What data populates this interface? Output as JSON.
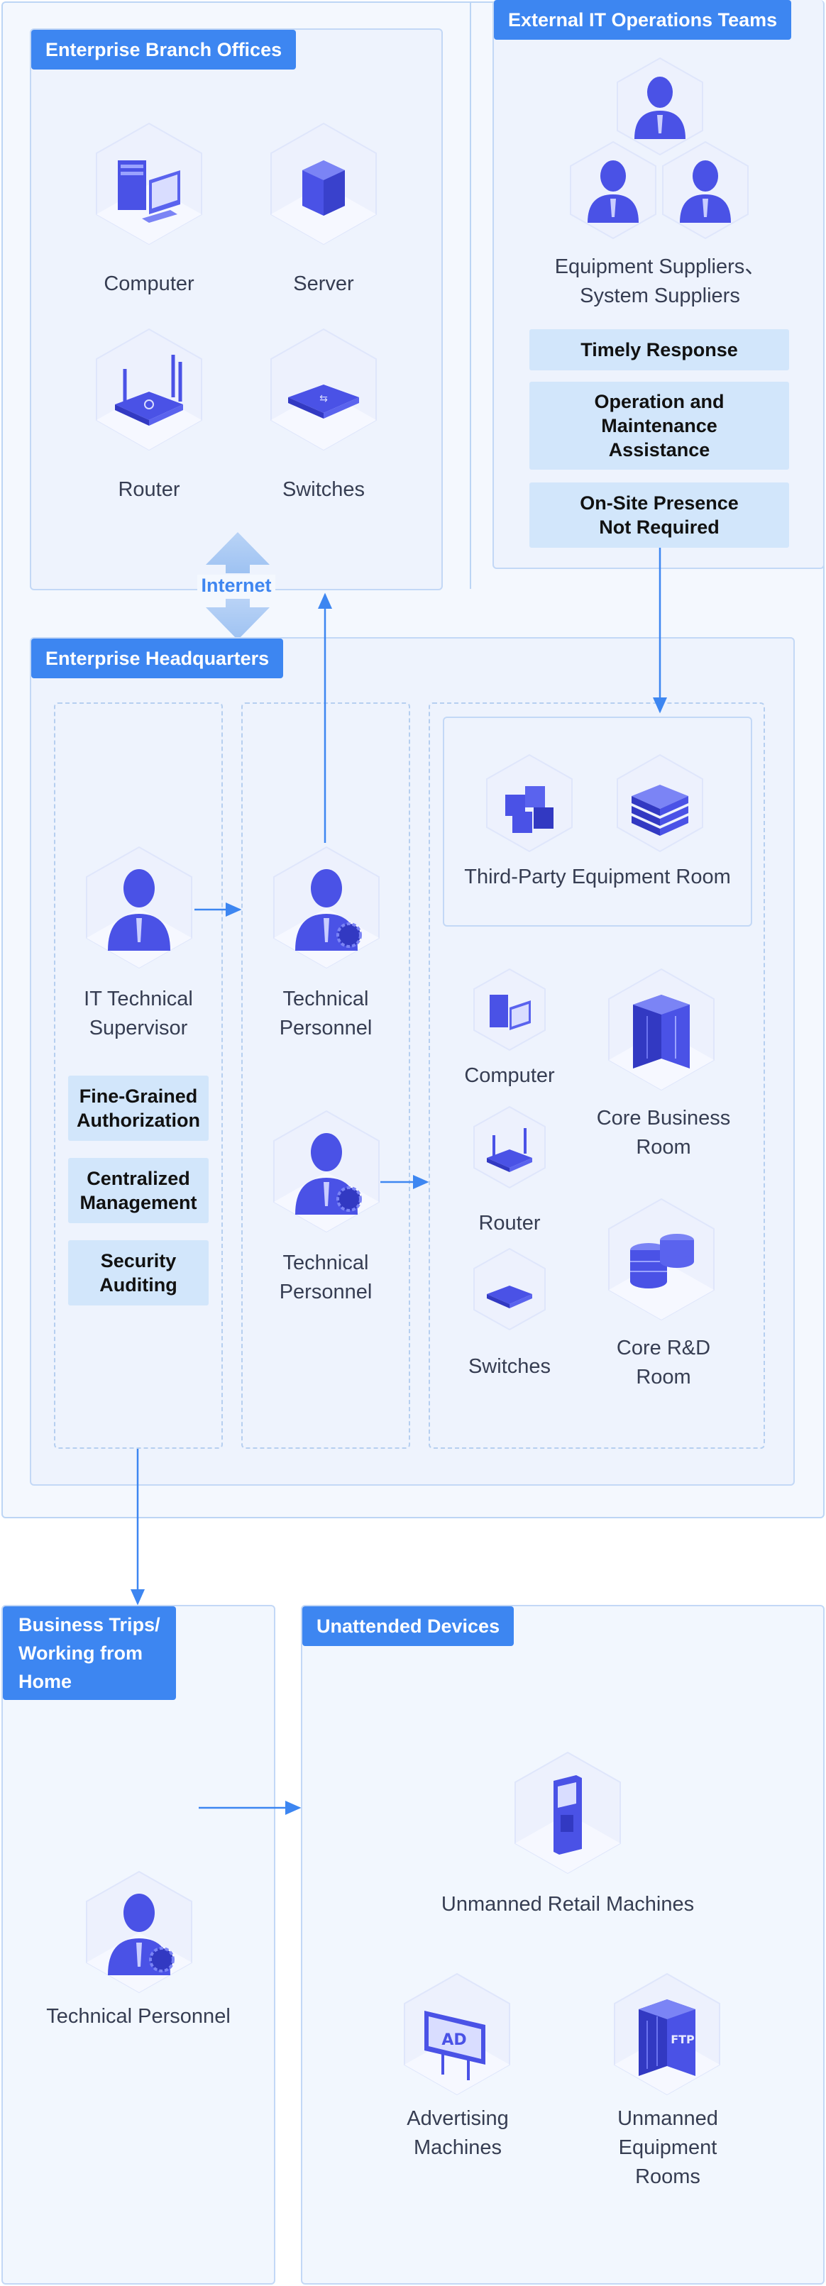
{
  "branch": {
    "title": "Enterprise Branch Offices",
    "items": [
      "Computer",
      "Server",
      "Router",
      "Switches"
    ]
  },
  "external": {
    "title": "External IT Operations Teams",
    "suppliers": "Equipment Suppliers、\nSystem Suppliers",
    "features": [
      "Timely Response",
      "Operation and\nMaintenance\nAssistance",
      "On-Site Presence\nNot Required"
    ]
  },
  "internet_label": "Internet",
  "hq": {
    "title": "Enterprise Headquarters",
    "supervisor": "IT Technical\nSupervisor",
    "features": [
      "Fine-Grained\nAuthorization",
      "Centralized\nManagement",
      "Security\nAuditing"
    ],
    "personnel_top": "Technical\nPersonnel",
    "personnel_bottom": "Technical\nPersonnel",
    "third_party_room": "Third-Party Equipment Room",
    "computer": "Computer",
    "router": "Router",
    "switches": "Switches",
    "core_business": "Core Business\nRoom",
    "core_rd": "Core R&D\nRoom"
  },
  "trips": {
    "title": "Business Trips/\nWorking from\nHome",
    "personnel": "Technical Personnel"
  },
  "unattended": {
    "title": "Unattended Devices",
    "retail": "Unmanned Retail Machines",
    "advertising": "Advertising\nMachines",
    "rooms": "Unmanned\nEquipment\nRooms",
    "ad_text": "AD",
    "ftp_text": "FTP"
  },
  "colors": {
    "accent": "#3d86f1",
    "icon_main": "#4a52e6",
    "chip_bg": "#d2e6fb",
    "panel_border": "#c3d8f6"
  }
}
